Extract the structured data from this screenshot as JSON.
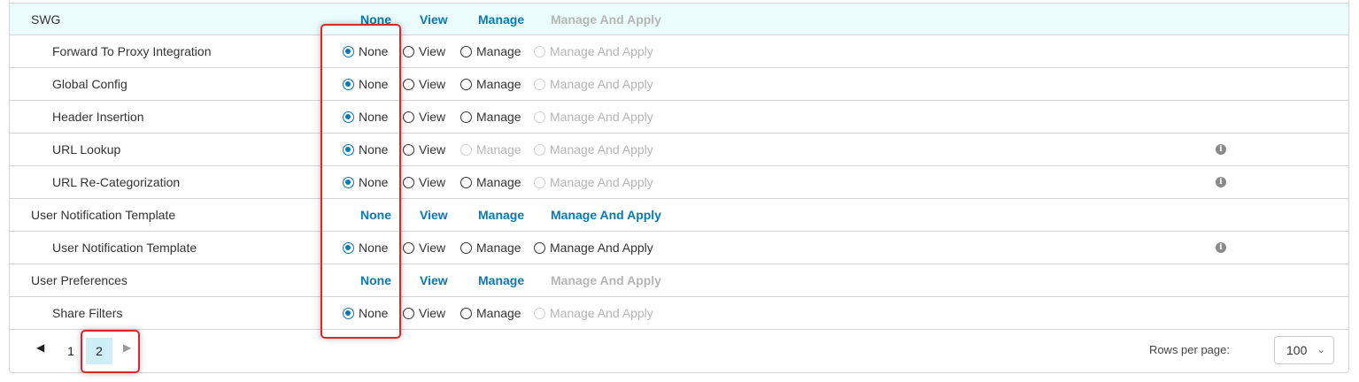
{
  "columns": [
    "None",
    "View",
    "Manage",
    "Manage And Apply"
  ],
  "colors": {
    "accent": "#0a78b3",
    "disabled": "#b5b5b5",
    "highlight_row": "#ecfdfe",
    "annotation": "#e0252a",
    "current_page_bg": "#cdeef6"
  },
  "rows": [
    {
      "type": "group",
      "name": "SWG",
      "highlighted": true,
      "links": {
        "none": "None",
        "view": "View",
        "manage": "Manage",
        "manage_and_apply": "Manage And Apply"
      },
      "disabled": [
        "manage_and_apply"
      ]
    },
    {
      "type": "child",
      "name": "Forward To Proxy Integration",
      "selected": "None",
      "disabled": [
        "Manage And Apply"
      ],
      "info": false
    },
    {
      "type": "child",
      "name": "Global Config",
      "selected": "None",
      "disabled": [
        "Manage And Apply"
      ],
      "info": false
    },
    {
      "type": "child",
      "name": "Header Insertion",
      "selected": "None",
      "disabled": [
        "Manage And Apply"
      ],
      "info": false
    },
    {
      "type": "child",
      "name": "URL Lookup",
      "selected": "None",
      "disabled": [
        "Manage",
        "Manage And Apply"
      ],
      "info": true
    },
    {
      "type": "child",
      "name": "URL Re-Categorization",
      "selected": "None",
      "disabled": [
        "Manage And Apply"
      ],
      "info": true
    },
    {
      "type": "group",
      "name": "User Notification Template",
      "highlighted": false,
      "links": {
        "none": "None",
        "view": "View",
        "manage": "Manage",
        "manage_and_apply": "Manage And Apply"
      },
      "disabled": []
    },
    {
      "type": "child",
      "name": "User Notification Template",
      "selected": "None",
      "disabled": [],
      "info": true
    },
    {
      "type": "group",
      "name": "User Preferences",
      "highlighted": false,
      "links": {
        "none": "None",
        "view": "View",
        "manage": "Manage",
        "manage_and_apply": "Manage And Apply"
      },
      "disabled": [
        "manage_and_apply"
      ]
    },
    {
      "type": "child",
      "name": "Share Filters",
      "selected": "None",
      "disabled": [
        "Manage And Apply"
      ],
      "info": false
    }
  ],
  "pagination": {
    "prev_icon": "caret-left-icon",
    "pages": [
      "1",
      "2"
    ],
    "current_page": "2",
    "next_icon": "caret-right-icon",
    "rows_per_page_label": "Rows per page:",
    "rows_per_page_value": "100"
  },
  "icons": {
    "info": "info-circle-icon",
    "chevron": "chevron-down-icon"
  }
}
